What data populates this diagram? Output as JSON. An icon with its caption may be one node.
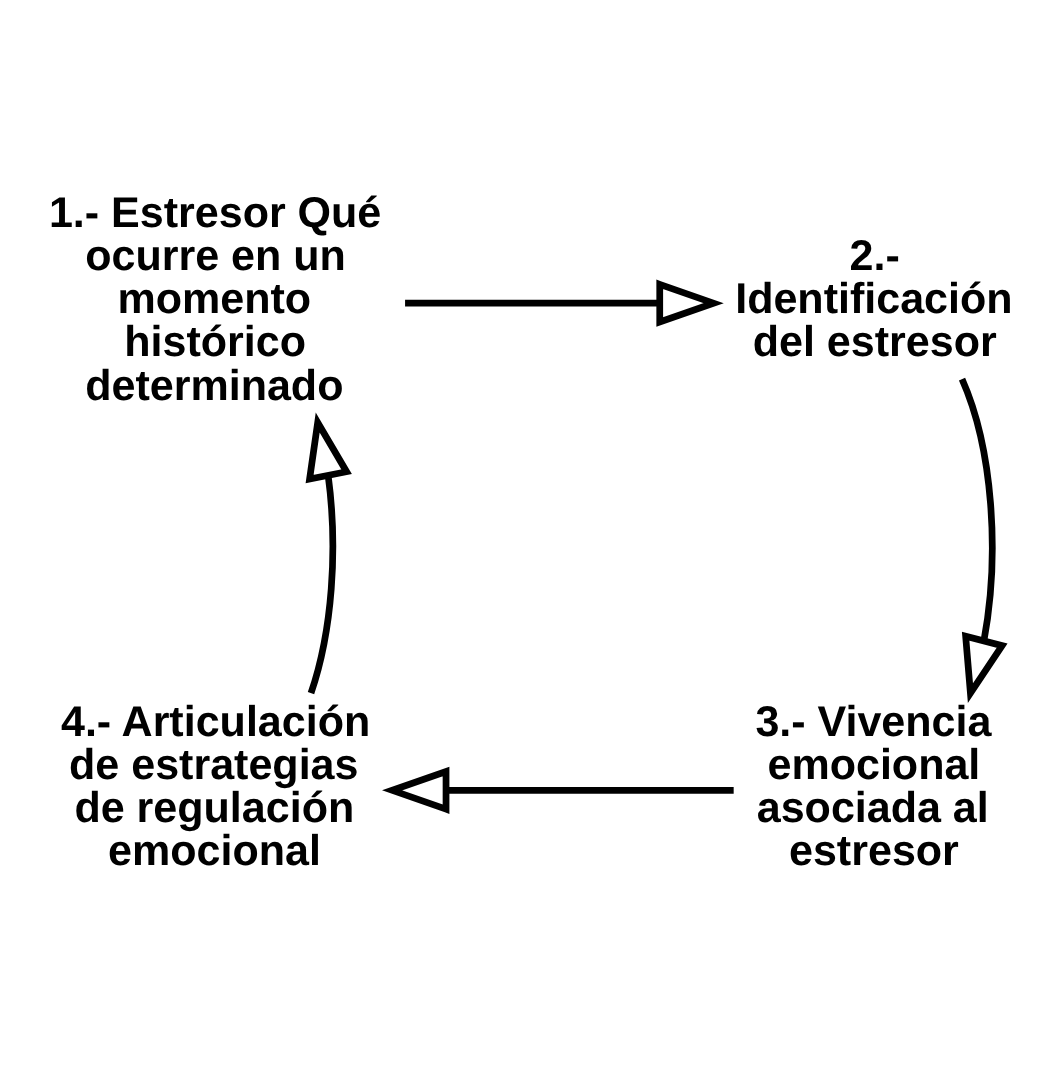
{
  "diagram": {
    "nodes": [
      {
        "text": [
          "1.- Estresor Qué ocurre en un momento histórico determinado"
        ]
      },
      {
        "text": [
          "2.- Identificación del estresor"
        ]
      },
      {
        "text": [
          "3.- Vivencia emocional asociada al estresor"
        ]
      },
      {
        "text": [
          "4.- Articulación de estrategias de regulación emocional"
        ]
      }
    ],
    "edges": [
      {
        "from": 0,
        "to": 1,
        "arrow": "to"
      },
      {
        "from": 1,
        "to": 2,
        "arrow": "to"
      },
      {
        "from": 2,
        "to": 3,
        "arrow": "to"
      },
      {
        "from": 3,
        "to": 0,
        "arrow": "to"
      }
    ]
  }
}
